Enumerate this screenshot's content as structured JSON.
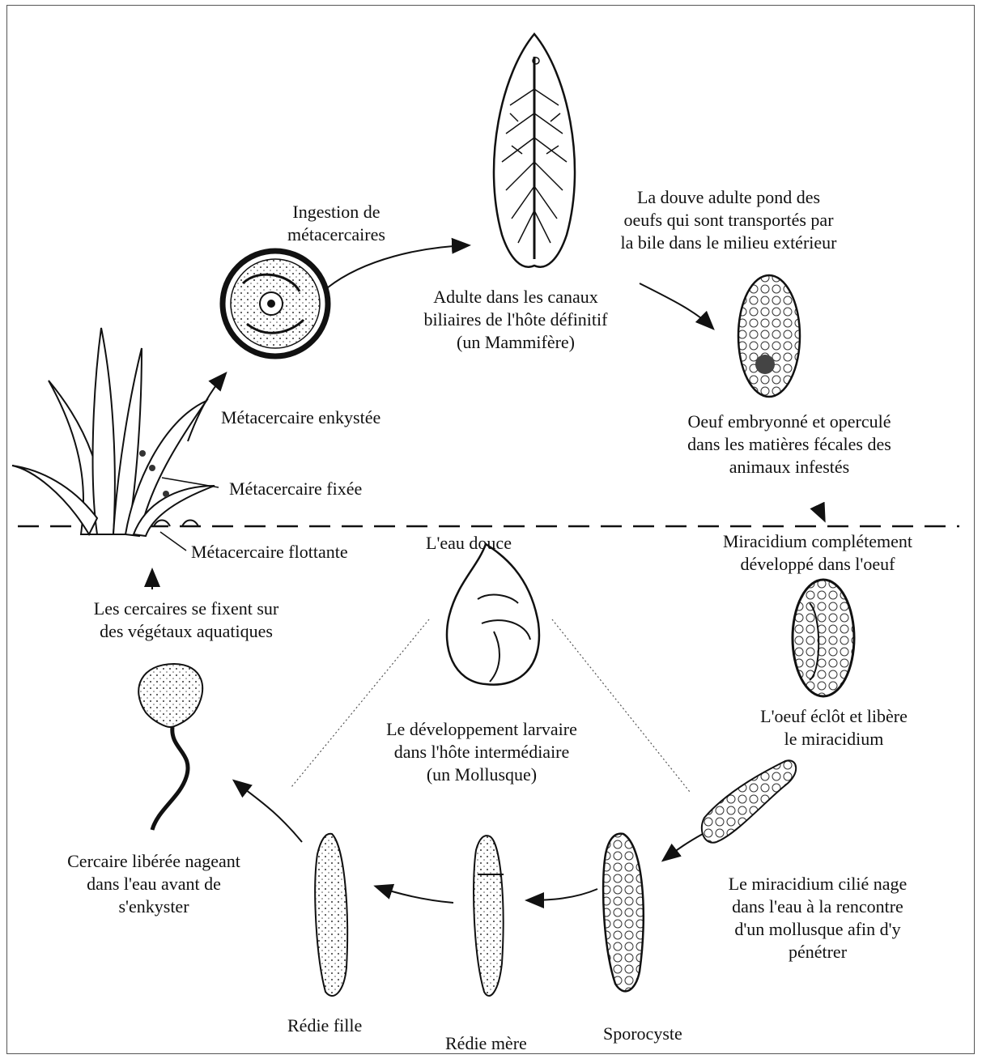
{
  "labels": {
    "ingestion": [
      "Ingestion de",
      "métacercaires"
    ],
    "adult": [
      "Adulte dans les canaux",
      "biliaires de l'hôte définitif",
      "(un Mammifère)"
    ],
    "adult_eggs": [
      "La douve adulte pond des",
      "oeufs qui sont transportés par",
      "la bile dans le milieu extérieur"
    ],
    "metacercaire_enkystee": "Métacercaire enkystée",
    "metacercaire_fixee": "Métacercaire fixée",
    "metacercaire_flottante": "Métacercaire flottante",
    "oeuf": [
      "Oeuf embryonné et operculé",
      "dans les matières fécales des",
      "animaux infestés"
    ],
    "eau_douce": "L'eau douce",
    "miracidium_dev": [
      "Miracidium complétement",
      "développé dans l'oeuf"
    ],
    "cercaires_fixent": [
      "Les cercaires se fixent sur",
      "des végétaux aquatiques"
    ],
    "oeuf_eclot": [
      "L'oeuf éclôt et libère",
      "le miracidium"
    ],
    "developpement": [
      "Le développement larvaire",
      "dans l'hôte intermédiaire",
      "(un Mollusque)"
    ],
    "cercaire_liberee": [
      "Cercaire libérée nageant",
      "dans l'eau avant de",
      "s'enkyster"
    ],
    "miracidium_nage": [
      "Le miracidium cilié nage",
      "dans l'eau à la rencontre",
      "d'un mollusque afin d'y",
      "pénétrer"
    ],
    "redie_fille": "Rédie fille",
    "redie_mere": "Rédie mère",
    "sporocyste": "Sporocyste"
  }
}
